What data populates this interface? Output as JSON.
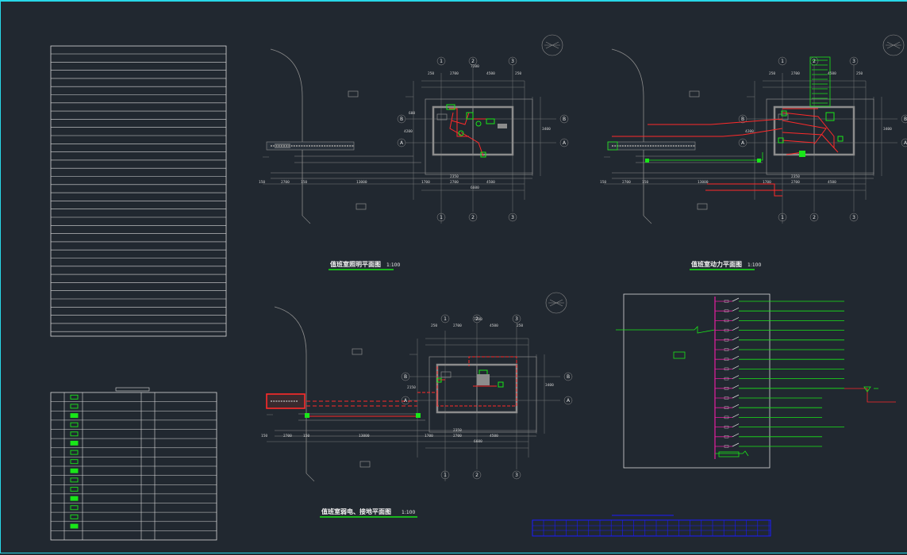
{
  "drawing": {
    "background": "#212830",
    "frame_color": "#28d8e8",
    "line_color": "#8c8c8c",
    "power_color": "#ff2a2a",
    "device_color": "#19e619",
    "table_color": "#1a1aff",
    "plan_lighting": {
      "title": "值班室照明平面图",
      "scale": "1:100"
    },
    "plan_power": {
      "title": "值班室动力平面图",
      "scale": "1:100"
    },
    "plan_grounding": {
      "title": "值班室弱电、接地平面图",
      "scale": "1:100"
    },
    "axis_numbers": [
      "1",
      "2",
      "3"
    ],
    "axis_letters": [
      "B",
      "A"
    ],
    "dims_top": [
      "250",
      "2700",
      "4500",
      "250",
      "7200"
    ],
    "dims_bottom": [
      "150",
      "2700",
      "150",
      "13000",
      "1700",
      "2350",
      "2700",
      "4500",
      "6600"
    ],
    "dims_side": [
      "600",
      "4200",
      "2150",
      "3400"
    ],
    "legend_rows": 15,
    "circuits": 16
  }
}
